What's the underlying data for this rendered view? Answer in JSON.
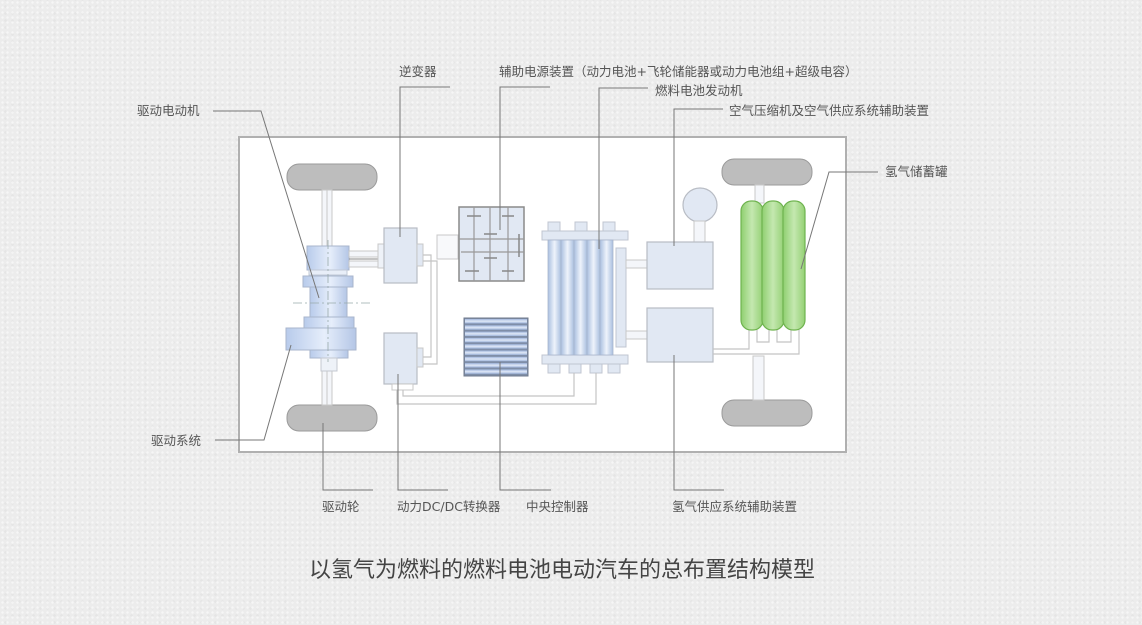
{
  "title": "以氢气为燃料的燃料电池电动汽车的总布置结构模型",
  "labels": {
    "drive_motor": "驱动电动机",
    "inverter": "逆变器",
    "aux_power": "辅助电源装置（动力电池+飞轮储能器或动力电池组+超级电容）",
    "fuel_cell": "燃料电池发动机",
    "air_compressor": "空气压缩机及空气供应系统辅助装置",
    "h2_tank": "氢气储蓄罐",
    "drive_system": "驱动系统",
    "drive_wheel": "驱动轮",
    "dcdc": "动力DC/DC转换器",
    "controller": "中央控制器",
    "h2_supply": "氢气供应系统辅助装置"
  },
  "colors": {
    "background": "#ececec",
    "component_blue": "#e1e8f3",
    "motor_blue": "#c8d8f0",
    "tank_green": "#a8d88a",
    "tire_gray": "#bdbdbd"
  }
}
